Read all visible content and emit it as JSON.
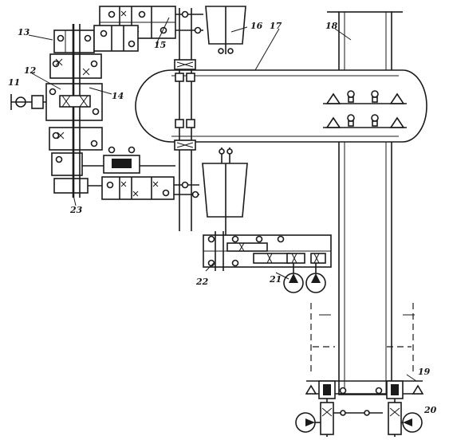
{
  "diagram": {
    "labels": {
      "l11": "11",
      "l12": "12",
      "l13": "13",
      "l14": "14",
      "l15": "15",
      "l16": "16",
      "l17": "17",
      "l18": "18",
      "l19": "19",
      "l20": "20",
      "l21": "21",
      "l22": "22",
      "l23": "23"
    },
    "colors": {
      "ink": "#1a1a1a",
      "paper": "#ffffff"
    }
  }
}
